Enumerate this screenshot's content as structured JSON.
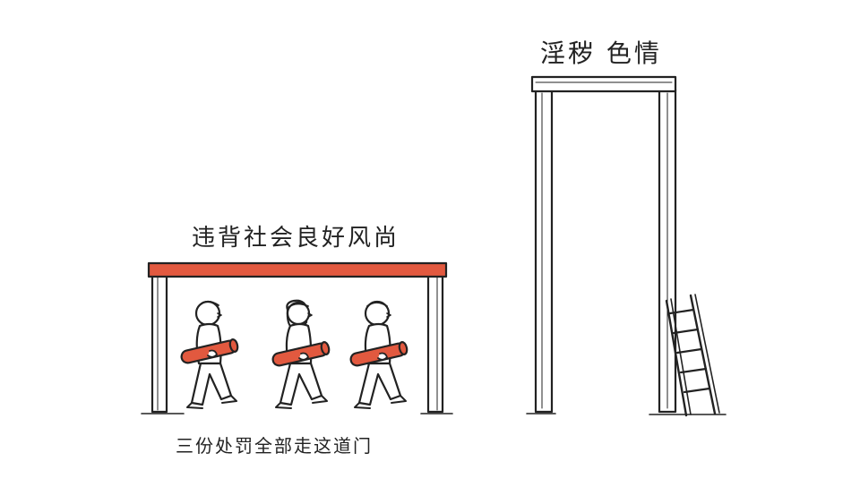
{
  "low_door": {
    "label": "违背社会良好风尚",
    "caption": "三份处罚全部走这道门",
    "figure_count": 3
  },
  "tall_door": {
    "label": "淫秽 色情"
  },
  "colors": {
    "accent": "#e2593f",
    "ink": "#222222",
    "background": "#ffffff"
  },
  "icons": {
    "ladder": "ladder-icon",
    "rolled_scroll": "rolled-scroll-icon"
  }
}
